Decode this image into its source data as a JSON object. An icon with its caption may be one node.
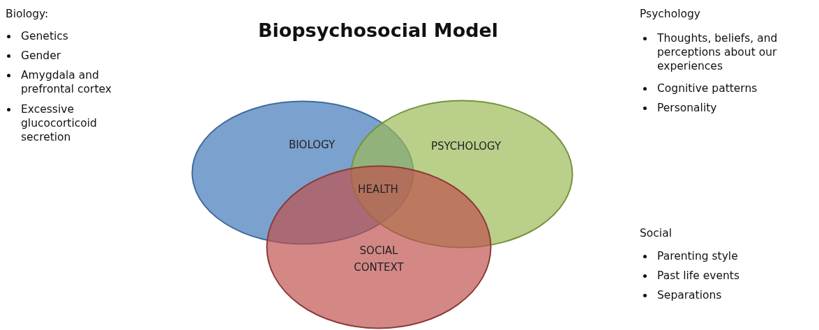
{
  "diagram": {
    "title": "Biopsychosocial Model",
    "nodes": [
      {
        "text": [
          "BIOLOGY"
        ]
      },
      {
        "text": [
          "PSYCHOLOGY"
        ]
      },
      {
        "text": [
          "SOCIAL CONTEXT"
        ]
      }
    ],
    "labels": [
      "Biology:",
      "Genetics",
      "Gender",
      "Amygdala and prefrontal cortex",
      "Excessive glucocorticoid secretion",
      "HEALTH",
      "Psychology",
      "Thoughts, beliefs, and perceptions about our experiences",
      "Cognitive patterns",
      "Personality",
      "Social",
      "Parenting style",
      "Past life events",
      "Separations"
    ]
  }
}
